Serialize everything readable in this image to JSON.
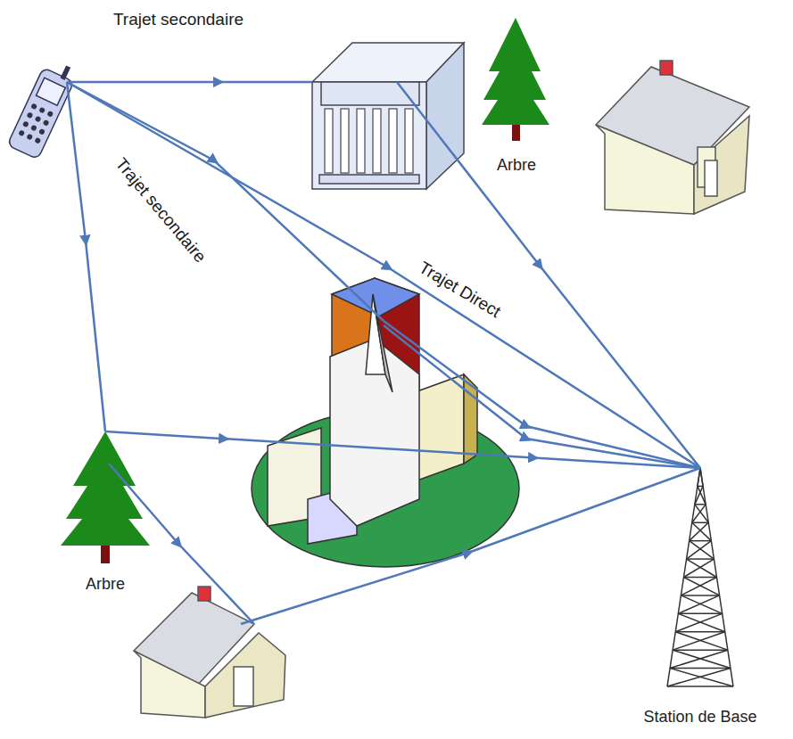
{
  "diagram": {
    "nodes": [
      {
        "text": [
          "Arbre"
        ]
      },
      {
        "text": [
          "Arbre"
        ]
      },
      {
        "text": [
          "Station de Base"
        ]
      }
    ],
    "edges": [
      {
        "from": 1,
        "to": 2,
        "arrow": "to"
      }
    ],
    "labels": [
      "Trajet secondaire",
      "Trajet secondaire",
      "Trajet Direct"
    ]
  }
}
